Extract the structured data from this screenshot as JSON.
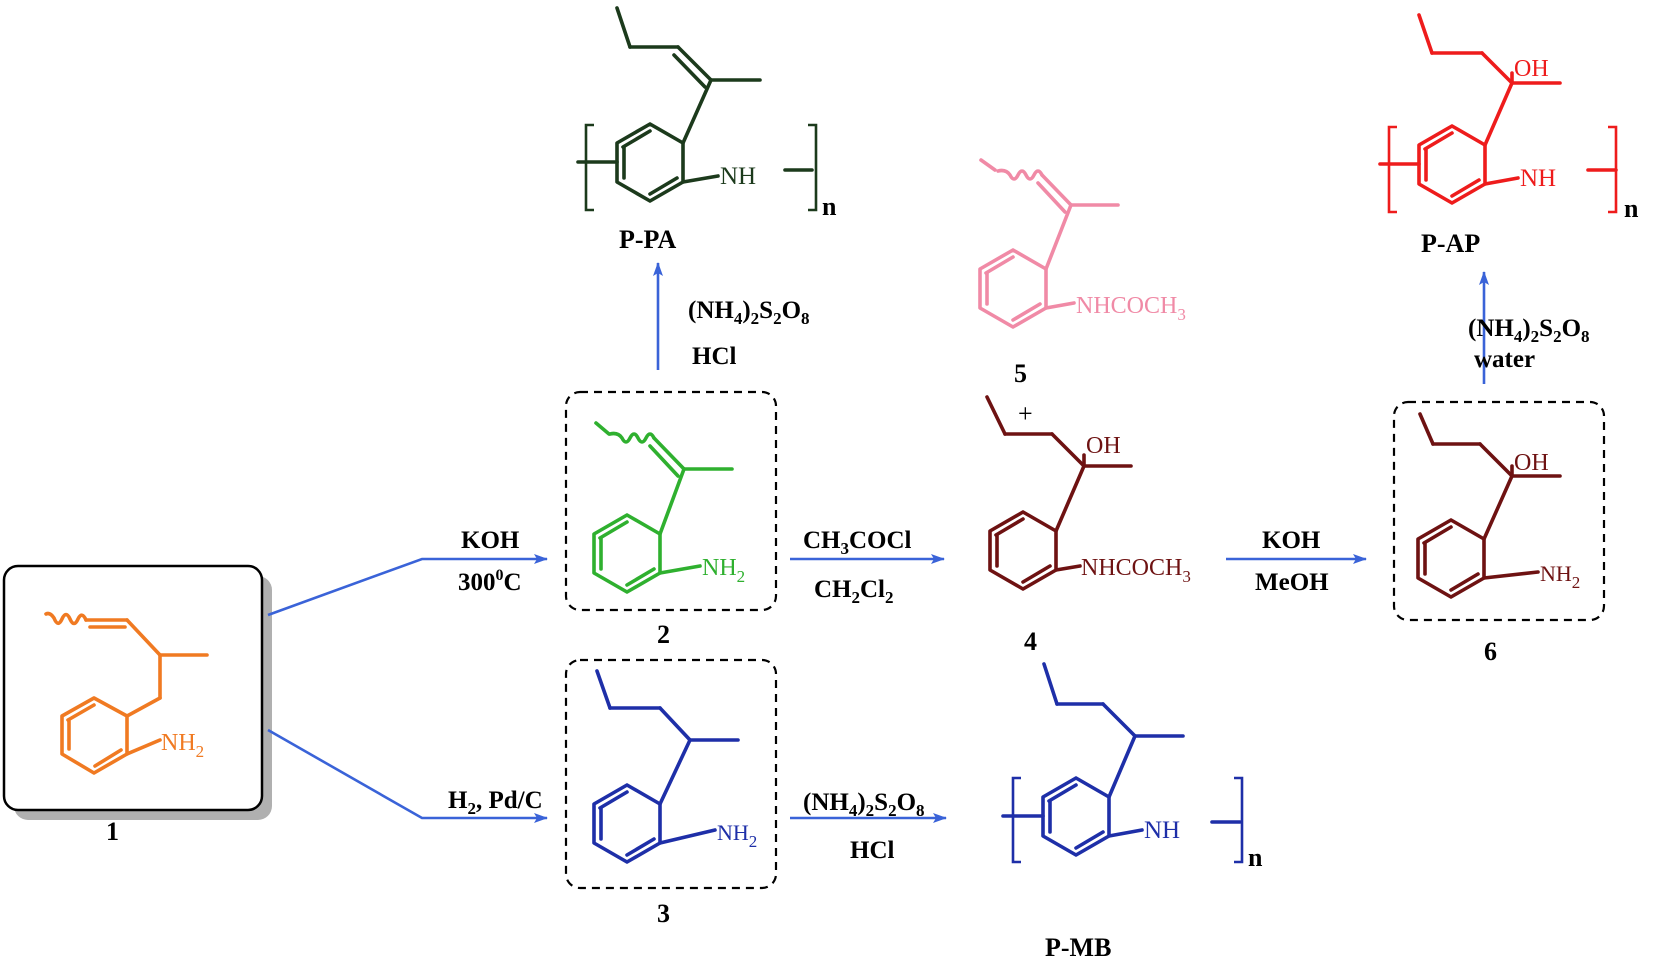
{
  "compounds": {
    "c1": {
      "label": "1",
      "substituent": "NH",
      "sub_num": "2",
      "color": "#f07a22"
    },
    "c2": {
      "label": "2",
      "substituent": "NH",
      "sub_num": "2",
      "color": "#2fb02f"
    },
    "c3": {
      "label": "3",
      "substituent": "NH",
      "sub_num": "2",
      "color": "#1e2fa8"
    },
    "c4": {
      "label": "4",
      "substituent": "NHCOCH",
      "sub_num": "3",
      "hydroxyl": "OH",
      "color": "#6e1212"
    },
    "c5": {
      "label": "5",
      "substituent": "NHCOCH",
      "sub_num": "3",
      "color": "#f08aa6"
    },
    "c6": {
      "label": "6",
      "substituent": "NH",
      "sub_num": "2",
      "hydroxyl": "OH",
      "color": "#6e1212"
    },
    "plus": "+"
  },
  "polymers": {
    "ppa": {
      "label": "P-PA",
      "nh": "NH",
      "n": "n",
      "color": "#1c3a1c"
    },
    "pmb": {
      "label": "P-MB",
      "nh": "NH",
      "n": "n",
      "color": "#1e2fa8"
    },
    "pap": {
      "label": "P-AP",
      "nh": "NH",
      "n": "n",
      "hydroxyl": "OH",
      "color": "#ee1c1c"
    }
  },
  "reagents": {
    "koh": "KOH",
    "temp": "300",
    "temp_sup": "0",
    "temp_unit": "C",
    "h2": "H",
    "h2_sub": "2",
    "h2_cat": ", Pd/C",
    "persulfate": {
      "p1": "(NH",
      "s1": "4",
      "p2": ")",
      "s2": "2",
      "p3": "S",
      "s3": "2",
      "p4": "O",
      "s4": "8"
    },
    "hcl": "HCl",
    "water": "water",
    "acetyl": {
      "p1": "CH",
      "s1": "3",
      "p2": "COCl"
    },
    "dcm": {
      "p1": "CH",
      "s1": "2",
      "p2": "Cl",
      "s2": "2"
    },
    "koh2": "KOH",
    "meoh": "MeOH"
  },
  "colors": {
    "arrow": "#3a63d8",
    "box_border": "#000000",
    "box_shadow": "#b0b0b0"
  }
}
